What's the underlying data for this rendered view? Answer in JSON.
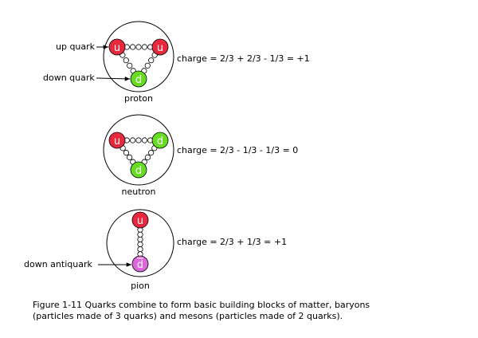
{
  "colors": {
    "up_quark": "#e8283c",
    "down_quark": "#66dd22",
    "antiquark": "#dd66dd",
    "gluon_line": "#000000",
    "outline": "#000000"
  },
  "particles": [
    {
      "name": "proton",
      "charge_text": "charge = 2/3 + 2/3 - 1/3 = +1",
      "quarks": [
        {
          "letter": "u",
          "kind": "up_quark"
        },
        {
          "letter": "u",
          "kind": "up_quark"
        },
        {
          "letter": "d",
          "kind": "down_quark"
        }
      ]
    },
    {
      "name": "neutron",
      "charge_text": "charge = 2/3 - 1/3 - 1/3 = 0",
      "quarks": [
        {
          "letter": "u",
          "kind": "up_quark"
        },
        {
          "letter": "d",
          "kind": "down_quark"
        },
        {
          "letter": "d",
          "kind": "down_quark"
        }
      ]
    },
    {
      "name": "pion",
      "charge_text": "charge = 2/3 + 1/3 = +1",
      "quarks": [
        {
          "letter": "u",
          "kind": "up_quark"
        },
        {
          "letter": "d",
          "kind": "antiquark"
        }
      ]
    }
  ],
  "callouts": {
    "up_quark": "up quark",
    "down_quark": "down quark",
    "down_antiquark": "down antiquark"
  },
  "caption": {
    "line1": "Figure 1-11 Quarks combine to  form basic building blocks of matter, baryons",
    "line2": "(particles made of 3 quarks) and mesons (particles made of 2 quarks)."
  }
}
